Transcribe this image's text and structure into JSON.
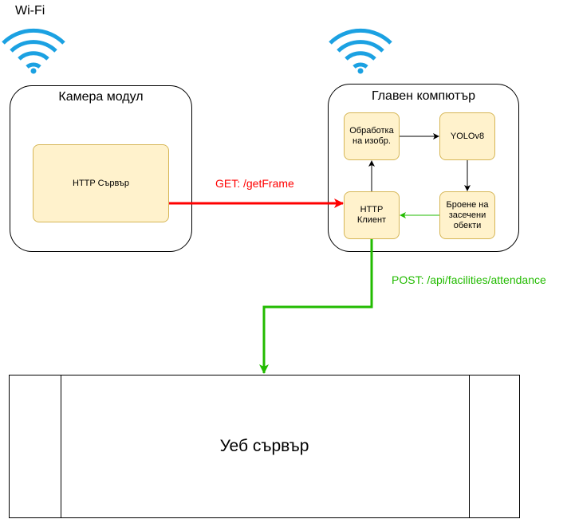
{
  "wifi_label": "Wi-Fi",
  "camera_module": {
    "title": "Камера модул",
    "http_server": "HTTP Сървър"
  },
  "main_computer": {
    "title": "Главен компютър",
    "image_processing": "Обработка\nна изобр.",
    "yolo": "YOLOv8",
    "counting": "Броене на\nзасечени\nобекти",
    "http_client": "HTTP\nКлиент"
  },
  "edges": {
    "get_label": "GET: /getFrame",
    "post_label": "POST: /api/facilities/attendance"
  },
  "web_server": {
    "label": "Уеб сървър"
  },
  "colors": {
    "get_arrow": "#ff0000",
    "post_arrow": "#22bb00",
    "wifi": "#1ba1e2",
    "box_fill": "#fff2cc",
    "box_stroke": "#d6b656"
  },
  "icons": [
    "wifi-icon",
    "wifi-icon"
  ]
}
